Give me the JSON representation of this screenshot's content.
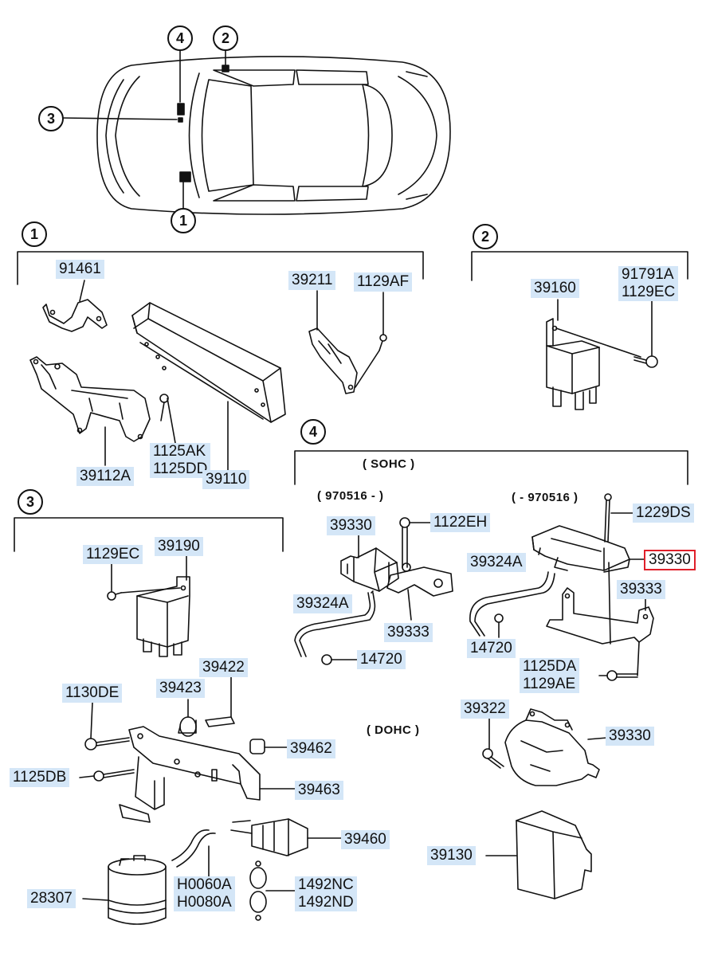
{
  "section_markers": [
    "1",
    "2",
    "3",
    "4"
  ],
  "labels": {
    "p91461": "91461",
    "p39211": "39211",
    "p1129AF": "1129AF",
    "p39112A": "39112A",
    "p1125AK": "1125AK",
    "p1125DD": "1125DD",
    "p39110": "39110",
    "p39160": "39160",
    "p91791A": "91791A",
    "p1129EC_a": "1129EC",
    "p1129EC_b": "1129EC",
    "p39190": "39190",
    "p39422": "39422",
    "p1130DE": "1130DE",
    "p39423": "39423",
    "p39462": "39462",
    "p1125DB": "1125DB",
    "p39463": "39463",
    "p39460": "39460",
    "p28307": "28307",
    "pH0060A": "H0060A",
    "pH0080A": "H0080A",
    "p1492NC": "1492NC",
    "p1492ND": "1492ND",
    "p39330_a": "39330",
    "p1122EH": "1122EH",
    "p39324A_a": "39324A",
    "p39333_a": "39333",
    "p14720_a": "14720",
    "p1229DS": "1229DS",
    "p39330_b": "39330",
    "p39324A_b": "39324A",
    "p39333_b": "39333",
    "p14720_b": "14720",
    "p1125DA": "1125DA",
    "p1129AE": "1129AE",
    "p39322": "39322",
    "p39330_c": "39330",
    "p39130": "39130"
  },
  "captions": {
    "sohc": "( SOHC )",
    "early": "( 970516 - )",
    "late": "( - 970516 )",
    "dohc": "( DOHC )"
  },
  "highlight": {
    "part": "39330",
    "color": "#e0202a"
  },
  "label_bg": "#d4e6f7"
}
